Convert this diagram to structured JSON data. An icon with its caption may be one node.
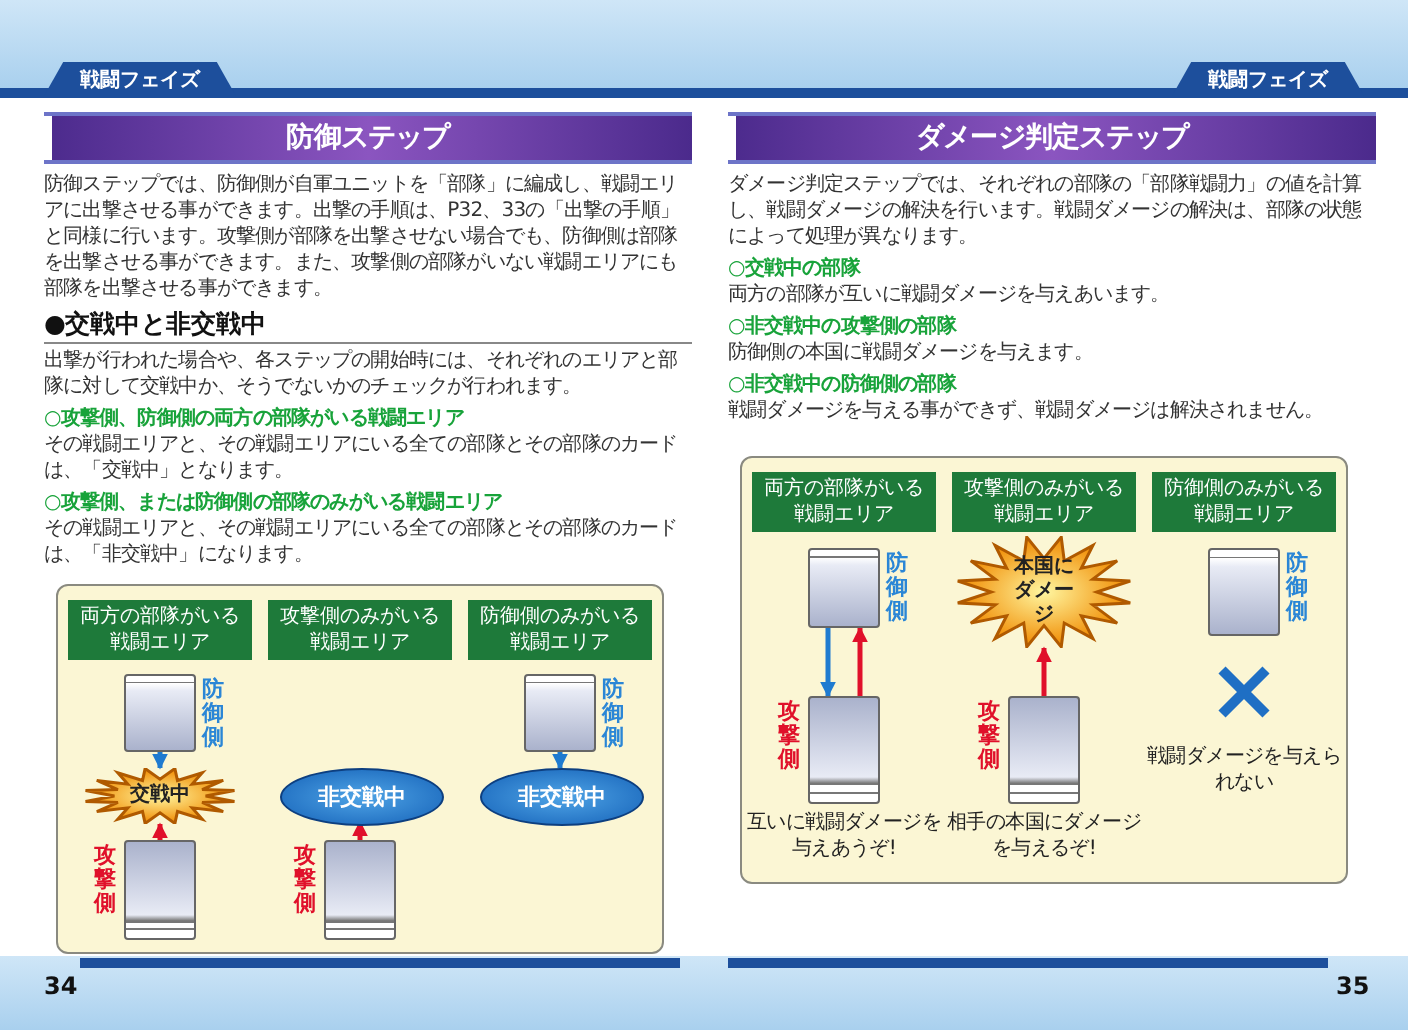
{
  "diagram": {
    "nodes": [
      {
        "text": [
          "両方の部隊がいる戦闘エリア"
        ]
      },
      {
        "text": [
          "攻撃側のみがいる戦闘エリア"
        ]
      },
      {
        "text": [
          "防御側のみがいる戦闘エリア"
        ]
      },
      {
        "text": [],
        "shape": "card",
        "beside": [
          "防御側"
        ]
      },
      {
        "text": [
          "交戦中"
        ]
      },
      {
        "text": [],
        "shape": "card",
        "beside": [
          "攻撃側"
        ]
      },
      {
        "text": [
          "非交戦中"
        ]
      },
      {
        "text": [],
        "shape": "card",
        "beside": [
          "攻撃側"
        ]
      },
      {
        "text": [],
        "shape": "card",
        "beside": [
          "防御側"
        ]
      },
      {
        "text": [
          "非交戦中"
        ]
      },
      {
        "text": [
          "両方の部隊がいる戦闘エリア"
        ]
      },
      {
        "text": [
          "攻撃側のみがいる戦闘エリア"
        ]
      },
      {
        "text": [
          "防御側のみがいる戦闘エリア"
        ]
      },
      {
        "text": [],
        "shape": "card",
        "beside": [
          "防御側"
        ]
      },
      {
        "text": [],
        "shape": "card",
        "beside": [
          "攻撃側"
        ]
      },
      {
        "text": [
          "本国にダメージ"
        ]
      },
      {
        "text": [],
        "shape": "card",
        "beside": [
          "攻撃側"
        ]
      },
      {
        "text": [],
        "shape": "card",
        "beside": [
          "防御側"
        ]
      }
    ],
    "edges": [
      {
        "from": 3,
        "to": 4,
        "arrow": "to",
        "color": "#1f7bd0"
      },
      {
        "from": 5,
        "to": 4,
        "arrow": "to"
      },
      {
        "from": 7,
        "to": 6,
        "arrow": "to"
      },
      {
        "from": 8,
        "to": 9,
        "arrow": "to",
        "color": "#1f7bd0"
      },
      {
        "from": 13,
        "to": 14,
        "arrow": "to",
        "color": "#1f7bd0"
      },
      {
        "from": 14,
        "to": 13,
        "arrow": "to"
      },
      {
        "from": 16,
        "to": 15,
        "arrow": "to"
      }
    ],
    "labels": [
      "戦闘フェイズ",
      "防御ステップ",
      "防御ステップでは、防御側が自軍ユニットを「部隊」に編成し、戦闘エリアに出撃させる事ができます。出撃の手順は、P32、33の「出撃の手順」と同様に行います。攻撃側が部隊を出撃させない場合でも、防御側は部隊を出撃させる事ができます。また、攻撃側の部隊がいない戦闘エリアにも部隊を出撃させる事ができます。",
      "●交戦中と非交戦中",
      "出撃が行われた場合や、各ステップの開始時には、それぞれのエリアと部隊に対して交戦中か、そうでないかのチェックが行われます。",
      "○攻撃側、防御側の両方の部隊がいる戦闘エリア",
      "その戦闘エリアと、その戦闘エリアにいる全ての部隊とその部隊のカードは、「交戦中」となります。",
      "○攻撃側、または防御側の部隊のみがいる戦闘エリア",
      "その戦闘エリアと、その戦闘エリアにいる全ての部隊とその部隊のカードは、「非交戦中」になります。",
      "戦闘フェイズ",
      "ダメージ判定ステップ",
      "ダメージ判定ステップでは、それぞれの部隊の「部隊戦闘力」の値を計算し、戦闘ダメージの解決を行います。戦闘ダメージの解決は、部隊の状態によって処理が異なります。",
      "○交戦中の部隊",
      "両方の部隊が互いに戦闘ダメージを与えあいます。",
      "○非交戦中の攻撃側の部隊",
      "防御側の本国に戦闘ダメージを与えます。",
      "○非交戦中の防御側の部隊",
      "戦闘ダメージを与える事ができず、戦闘ダメージは解決されません。",
      "互いに戦闘ダメージを与えあうぞ!",
      "相手の本国にダメージを与えるぞ!",
      "戦闘ダメージを与えられない",
      "34",
      "35"
    ]
  }
}
